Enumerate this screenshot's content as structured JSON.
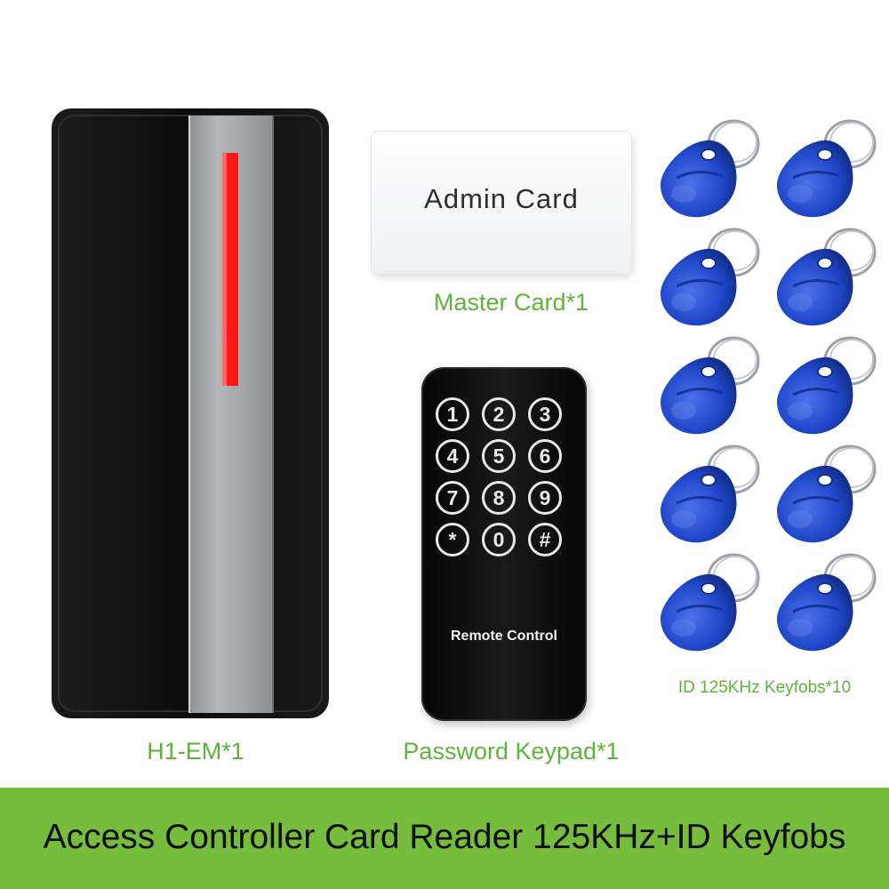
{
  "colors": {
    "caption_green": "#5fb33a",
    "banner_green": "#76bd3d",
    "reader_body": "#111111",
    "reader_panel": "#a3a6a9",
    "indicator_red": "#ff1616",
    "keyfob_blue": "#1f46c8"
  },
  "reader": {
    "caption": "H1-EM*1",
    "icon": "card-reader"
  },
  "admin_card": {
    "label": "Admin Card",
    "caption": "Master Card*1"
  },
  "remote": {
    "keys": [
      "1",
      "2",
      "3",
      "4",
      "5",
      "6",
      "7",
      "8",
      "9",
      "*",
      "0",
      "#"
    ],
    "label": "Remote Control",
    "caption": "Password Keypad*1"
  },
  "keyfobs": {
    "caption": "ID 125KHz Keyfobs*10",
    "count": 10,
    "icon": "keyfob"
  },
  "banner": {
    "text": "Access Controller Card Reader 125KHz+ID Keyfobs"
  }
}
